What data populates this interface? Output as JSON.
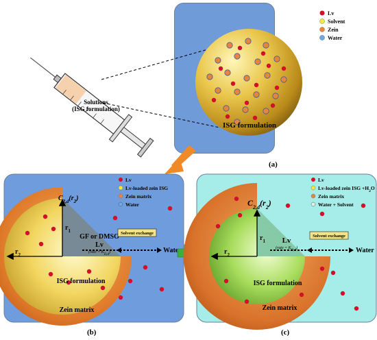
{
  "colors": {
    "lv": "#d2102a",
    "solvent": "#f4ea3a",
    "zein": "#e8843c",
    "water": "#6fa8e6",
    "panel_a_bg": "#6f9bd8",
    "panel_b_bg": "#6e9cdc",
    "panel_c_bg": "#a6ece8",
    "arrow_orange": "#f08a28",
    "arrow_green": "#3fae3a"
  },
  "panel_a": {
    "label": "(a)",
    "legend": [
      "Lv",
      "Solvent",
      "Zein",
      "Water"
    ],
    "caption": "ISG formulation",
    "syringe_caption_line1": "Solutions",
    "syringe_caption_line2": "(ISG formulation)"
  },
  "panel_b": {
    "label": "(b)",
    "legend": [
      "Lv",
      "Lv-loaded zein ISG",
      "Zein matrix",
      "Water"
    ],
    "c_label": "C",
    "c_sub": "2,d",
    "c_arg": "(r",
    "c_arg_sub": "2",
    "c_close": ")",
    "r1": "r",
    "r1_sub": "1",
    "r2": "r",
    "r2_sub": "2",
    "center_title": "GF or DMSO",
    "center_lv": "Lv",
    "rate_prefix": "(rate = K",
    "rate_sub": "D,d",
    "rate_suffix": ")",
    "exchange": "Solvent exchange",
    "water": "Water",
    "inner_caption": "ISG formulation",
    "outer_caption": "Zein matrix"
  },
  "panel_c": {
    "label": "(c)",
    "legend": [
      "Lv",
      "Lv-loaded zein ISG +H",
      "Zein matrix",
      "Water + Solvent"
    ],
    "legend_h2o_sub": "2",
    "legend_h2o_tail": "O",
    "c_label": "C",
    "c_sub": "2,d",
    "c_arg": "(r",
    "c_arg_sub": "2",
    "c_close": ")",
    "r1": "r",
    "r1_sub": "1",
    "r2": "r",
    "r2_sub": "2",
    "center_lv": "Lv",
    "rate_prefix": "(rate = K",
    "rate_sub": "D,d",
    "rate_suffix": ")",
    "exchange": "Solvent exchange",
    "water": "Water",
    "inner_caption": "ISG formulation",
    "outer_caption": "Zein matrix"
  }
}
